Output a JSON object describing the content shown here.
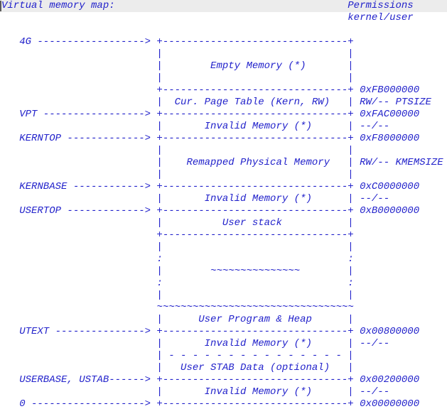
{
  "colors": {
    "background": "#ffffff",
    "text": "#2222cb",
    "line_highlight": "#ececec",
    "caret": "#5a5a5a"
  },
  "header": {
    "title": "Virtual memory map:",
    "permissions_column": "Permissions",
    "permissions_subcolumn": "kernel/user"
  },
  "memory_map": {
    "labels": [
      "4G",
      "VPT",
      "KERNTOP",
      "KERNBASE",
      "USERTOP",
      "UTEXT",
      "USERBASE, USTAB",
      "0"
    ],
    "addresses": [
      "0xFB000000",
      "0xFAC00000",
      "0xF8000000",
      "0xC0000000",
      "0xB0000000",
      "0x00800000",
      "0x00200000",
      "0x00000000"
    ],
    "regions": [
      {
        "name": "Empty Memory (*)",
        "top_label": "4G",
        "bottom_address": "0xFB000000"
      },
      {
        "name": "Cur. Page Table (Kern, RW)",
        "permissions": "RW/-- PTSIZE",
        "bottom_label": "VPT",
        "bottom_address": "0xFAC00000"
      },
      {
        "name": "Invalid Memory (*)",
        "permissions": "--/--",
        "bottom_label": "KERNTOP",
        "bottom_address": "0xF8000000"
      },
      {
        "name": "Remapped Physical Memory",
        "permissions": "RW/-- KMEMSIZE",
        "bottom_label": "KERNBASE",
        "bottom_address": "0xC0000000"
      },
      {
        "name": "Invalid Memory (*)",
        "permissions": "--/--",
        "bottom_label": "USERTOP",
        "bottom_address": "0xB0000000"
      },
      {
        "name": "User stack"
      },
      {
        "name": "User Program & Heap",
        "bottom_label": "UTEXT",
        "bottom_address": "0x00800000"
      },
      {
        "name": "Invalid Memory (*)",
        "permissions": "--/--"
      },
      {
        "name": "User STAB Data (optional)",
        "bottom_label": "USERBASE, USTAB",
        "bottom_address": "0x00200000"
      },
      {
        "name": "Invalid Memory (*)",
        "permissions": "--/--",
        "bottom_label": "0",
        "bottom_address": "0x00000000"
      }
    ]
  },
  "lines": [
    "Virtual memory map:                                       Permissions",
    "                                                          kernel/user",
    "",
    "   4G ------------------> +-------------------------------+",
    "                          |                               |",
    "                          |        Empty Memory (*)       |",
    "                          |                               |",
    "                          +-------------------------------+ 0xFB000000",
    "                          |  Cur. Page Table (Kern, RW)   | RW/-- PTSIZE",
    "   VPT -----------------> +-------------------------------+ 0xFAC00000",
    "                          |       Invalid Memory (*)      | --/--",
    "   KERNTOP -------------> +-------------------------------+ 0xF8000000",
    "                          |                               |",
    "                          |    Remapped Physical Memory   | RW/-- KMEMSIZE",
    "                          |                               |",
    "   KERNBASE ------------> +-------------------------------+ 0xC0000000",
    "                          |       Invalid Memory (*)      | --/--",
    "   USERTOP -------------> +-------------------------------+ 0xB0000000",
    "                          |          User stack           |",
    "                          +-------------------------------+",
    "                          |                               |",
    "                          :                               :",
    "                          |        ~~~~~~~~~~~~~~~        |",
    "                          :                               :",
    "                          |                               |",
    "                          ~~~~~~~~~~~~~~~~~~~~~~~~~~~~~~~~~",
    "                          |      User Program & Heap      |",
    "   UTEXT ---------------> +-------------------------------+ 0x00800000",
    "                          |       Invalid Memory (*)      | --/--",
    "                          | - - - - - - - - - - - - - - - |",
    "                          |   User STAB Data (optional)   |",
    "   USERBASE, USTAB------> +-------------------------------+ 0x00200000",
    "                          |       Invalid Memory (*)      | --/--",
    "   0 -------------------> +-------------------------------+ 0x00000000"
  ]
}
